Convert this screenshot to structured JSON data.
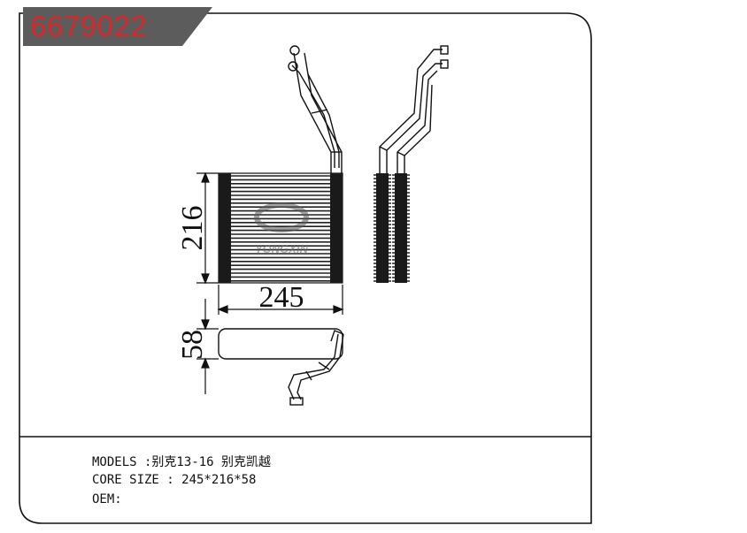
{
  "part_number": "6679022",
  "dimensions": {
    "height": "216",
    "width": "245",
    "depth": "58"
  },
  "watermark": "YONGXIN",
  "specs": {
    "models": "MODELS :别克13-16 别克凯越",
    "core_size": "CORE SIZE : 245*216*58",
    "oem": "OEM:"
  },
  "colors": {
    "badge_bg": "#5c5c5c",
    "badge_text": "#d8282a",
    "line": "#111111"
  }
}
